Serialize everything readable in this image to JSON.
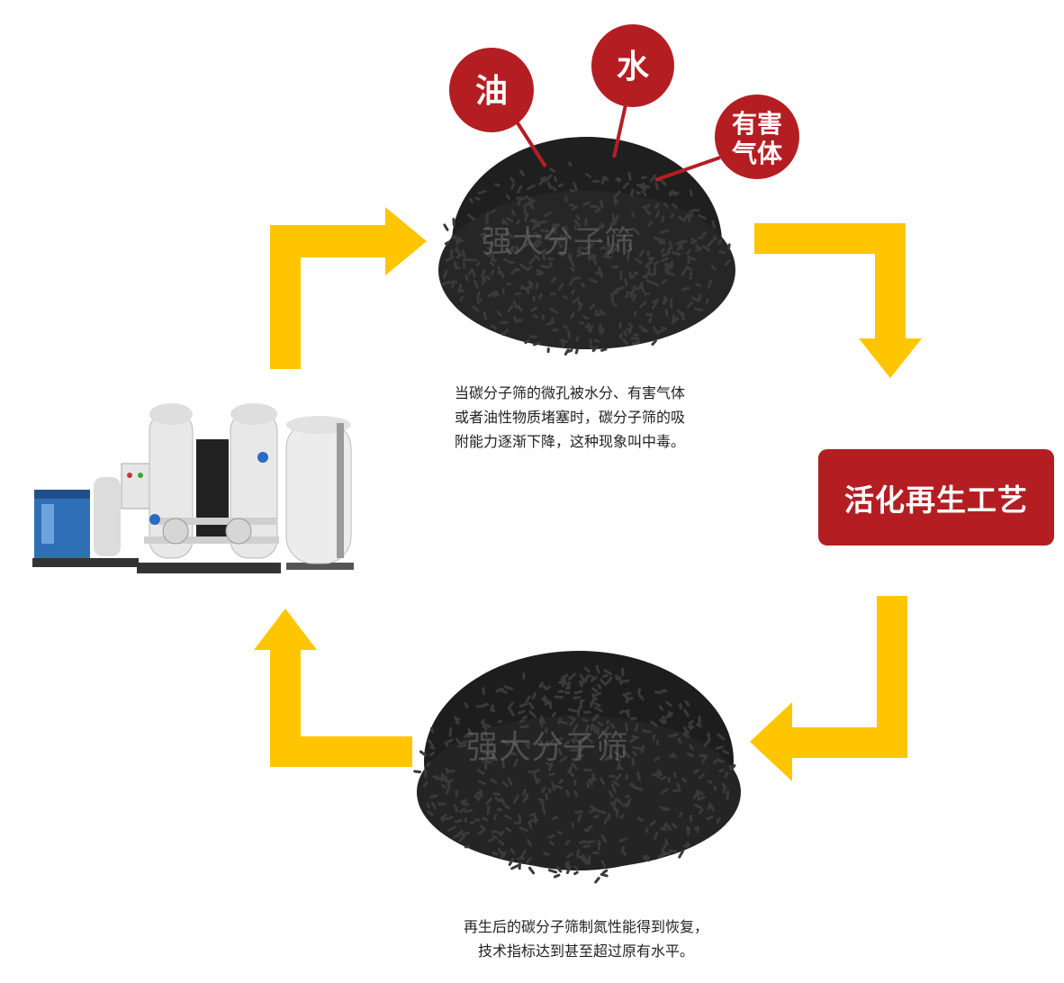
{
  "bubbles": {
    "oil": "油",
    "water": "水",
    "gas_line1": "有害",
    "gas_line2": "气体"
  },
  "watermark": {
    "top": "强大分子筛",
    "bottom": "强大分子筛"
  },
  "captions": {
    "top_line1": "当碳分子筛的微孔被水分、有害气体",
    "top_line2": "或者油性物质堵塞时，碳分子筛的吸",
    "top_line3": "附能力逐渐下降，这种现象叫中毒。",
    "bottom_line1": "再生后的碳分子筛制氮性能得到恢复，",
    "bottom_line2": "技术指标达到甚至超过原有水平。"
  },
  "process_box": {
    "label": "活化再生工艺"
  },
  "colors": {
    "arrow": "#ffc600",
    "accent_red": "#b41e23",
    "pellet": "#1c1c1c"
  }
}
